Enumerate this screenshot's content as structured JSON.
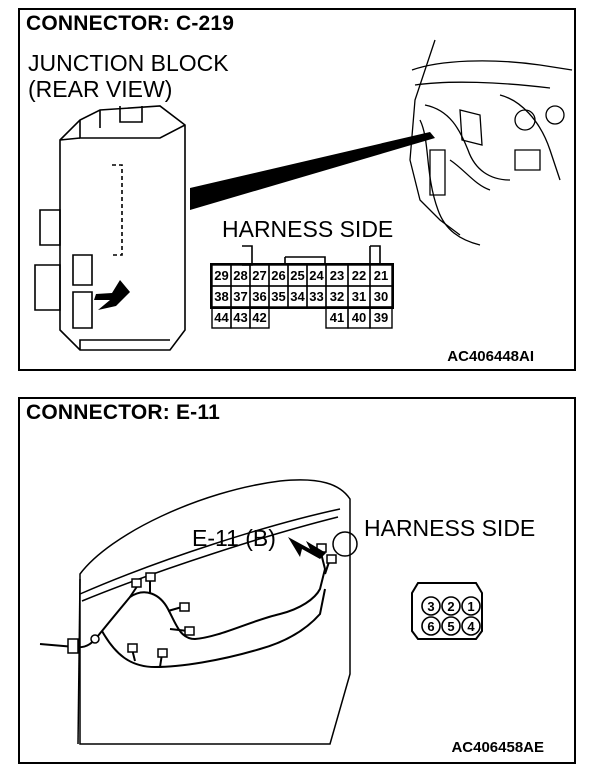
{
  "panels": [
    {
      "title": "CONNECTOR: C-219",
      "component_label": [
        "JUNCTION BLOCK",
        "(REAR VIEW)"
      ],
      "harness_label": "HARNESS SIDE",
      "figure_code": "AC406448AI",
      "pin_rows": [
        [
          "29",
          "28",
          "27",
          "26",
          "25",
          "24",
          "23",
          "22",
          "21"
        ],
        [
          "38",
          "37",
          "36",
          "35",
          "34",
          "33",
          "32",
          "31",
          "30"
        ],
        [
          "44",
          "43",
          "42",
          "41",
          "40",
          "39"
        ]
      ]
    },
    {
      "title": "CONNECTOR: E-11",
      "callout_label": "E-11 (B)",
      "harness_label": "HARNESS SIDE",
      "figure_code": "AC406458AE",
      "pin_rows": [
        [
          "3",
          "2",
          "1"
        ],
        [
          "6",
          "5",
          "4"
        ]
      ]
    }
  ]
}
